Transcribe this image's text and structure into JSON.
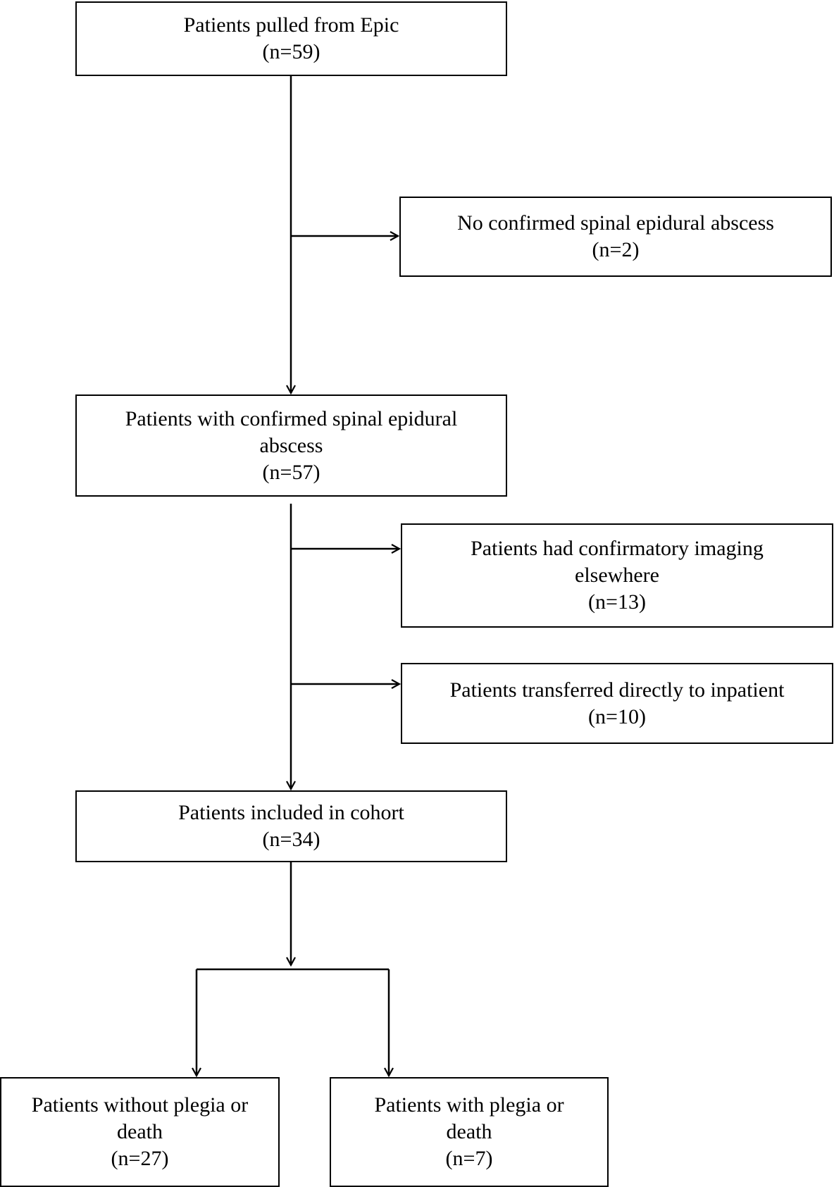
{
  "flowchart": {
    "colors": {
      "line": "#000000",
      "background": "#ffffff"
    },
    "nodes": {
      "epic": {
        "label": "Patients pulled from Epic",
        "count": "(n=59)"
      },
      "no_abscess": {
        "label": "No confirmed spinal epidural abscess",
        "count": "(n=2)"
      },
      "confirmed": {
        "label_line1": "Patients with confirmed spinal epidural",
        "label_line2": "abscess",
        "count": "(n=57)"
      },
      "imaging": {
        "label_line1": "Patients had confirmatory imaging",
        "label_line2": "elsewhere",
        "count": "(n=13)"
      },
      "transferred": {
        "label": "Patients transferred directly to inpatient",
        "count": "(n=10)"
      },
      "cohort": {
        "label": "Patients included in cohort",
        "count": "(n=34)"
      },
      "without": {
        "label_line1": "Patients without plegia or",
        "label_line2": "death",
        "count": "(n=27)"
      },
      "with": {
        "label_line1": "Patients with plegia or",
        "label_line2": "death",
        "count": "(n=7)"
      }
    }
  }
}
